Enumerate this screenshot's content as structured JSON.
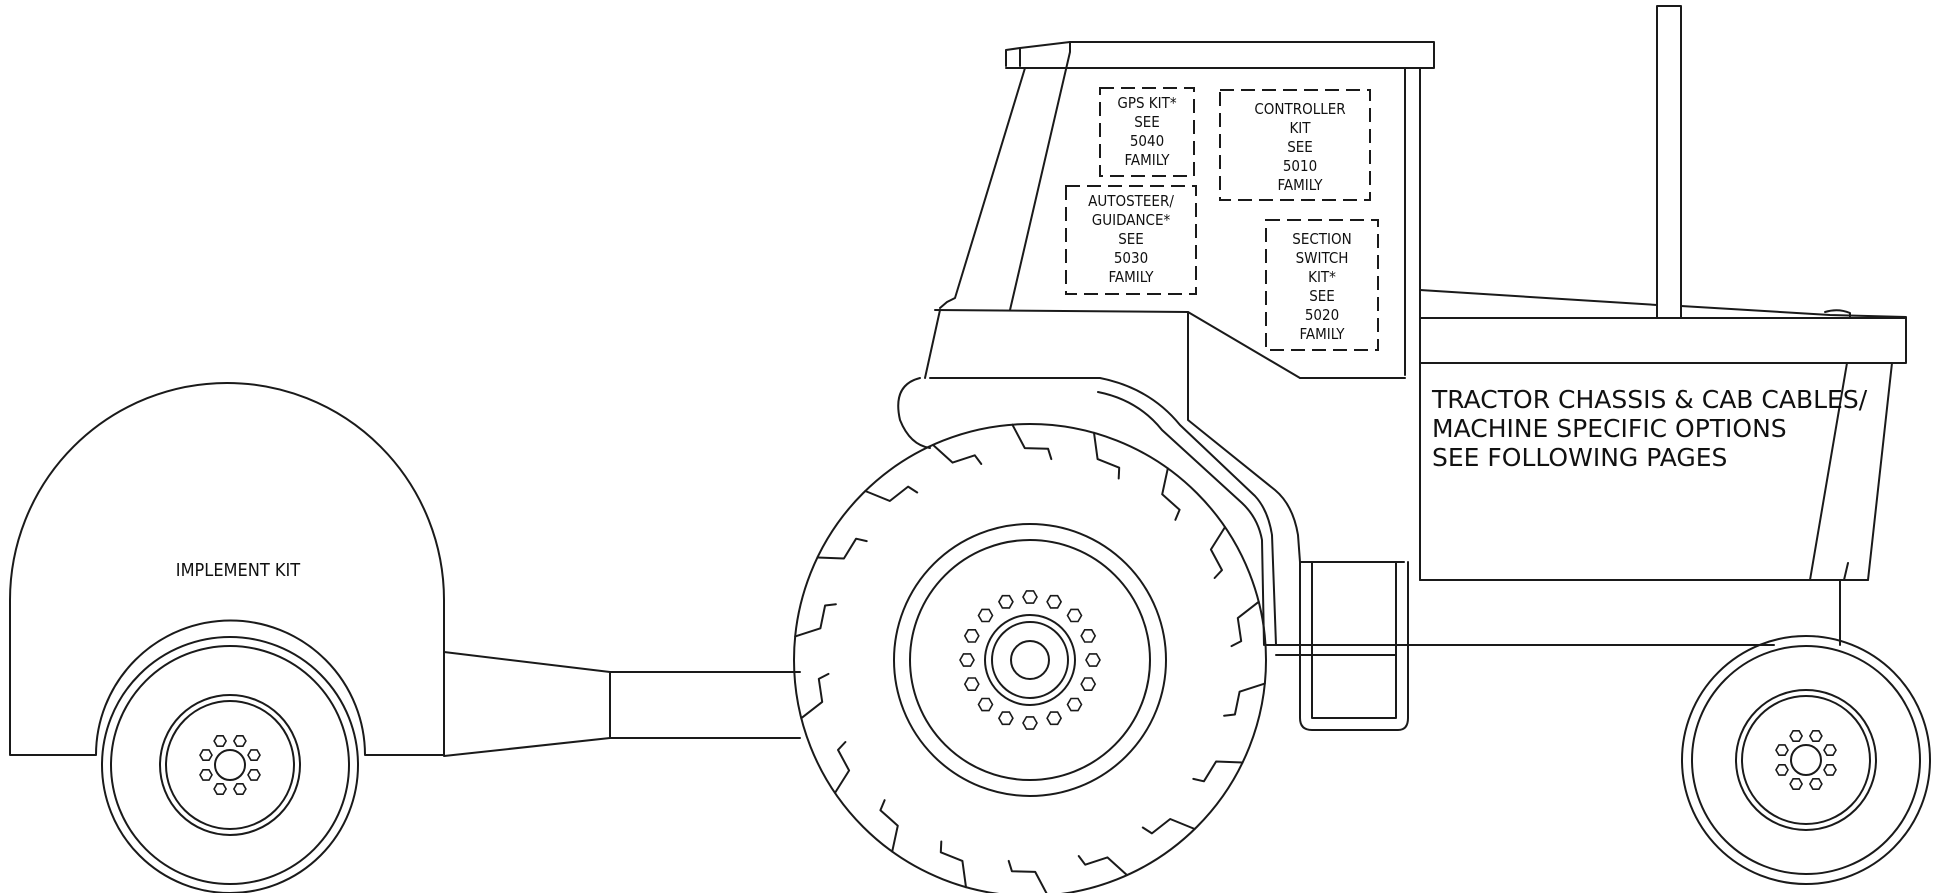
{
  "labels": {
    "gps_kit": [
      "GPS KIT*",
      "SEE",
      "5040",
      "FAMILY"
    ],
    "controller_kit": [
      "CONTROLLER",
      "KIT",
      "SEE",
      "5010",
      "FAMILY"
    ],
    "autosteer": [
      "AUTOSTEER/",
      "GUIDANCE*",
      "SEE",
      "5030",
      "FAMILY"
    ],
    "section_switch": [
      "SECTION",
      "SWITCH",
      "KIT*",
      "SEE",
      "5020",
      "FAMILY"
    ],
    "chassis_note": [
      "TRACTOR CHASSIS & CAB CABLES/",
      "MACHINE SPECIFIC OPTIONS",
      "SEE FOLLOWING PAGES"
    ],
    "implement": "IMPLEMENT KIT"
  },
  "colors": {
    "line": "#1a1a1a",
    "background": "#ffffff"
  }
}
